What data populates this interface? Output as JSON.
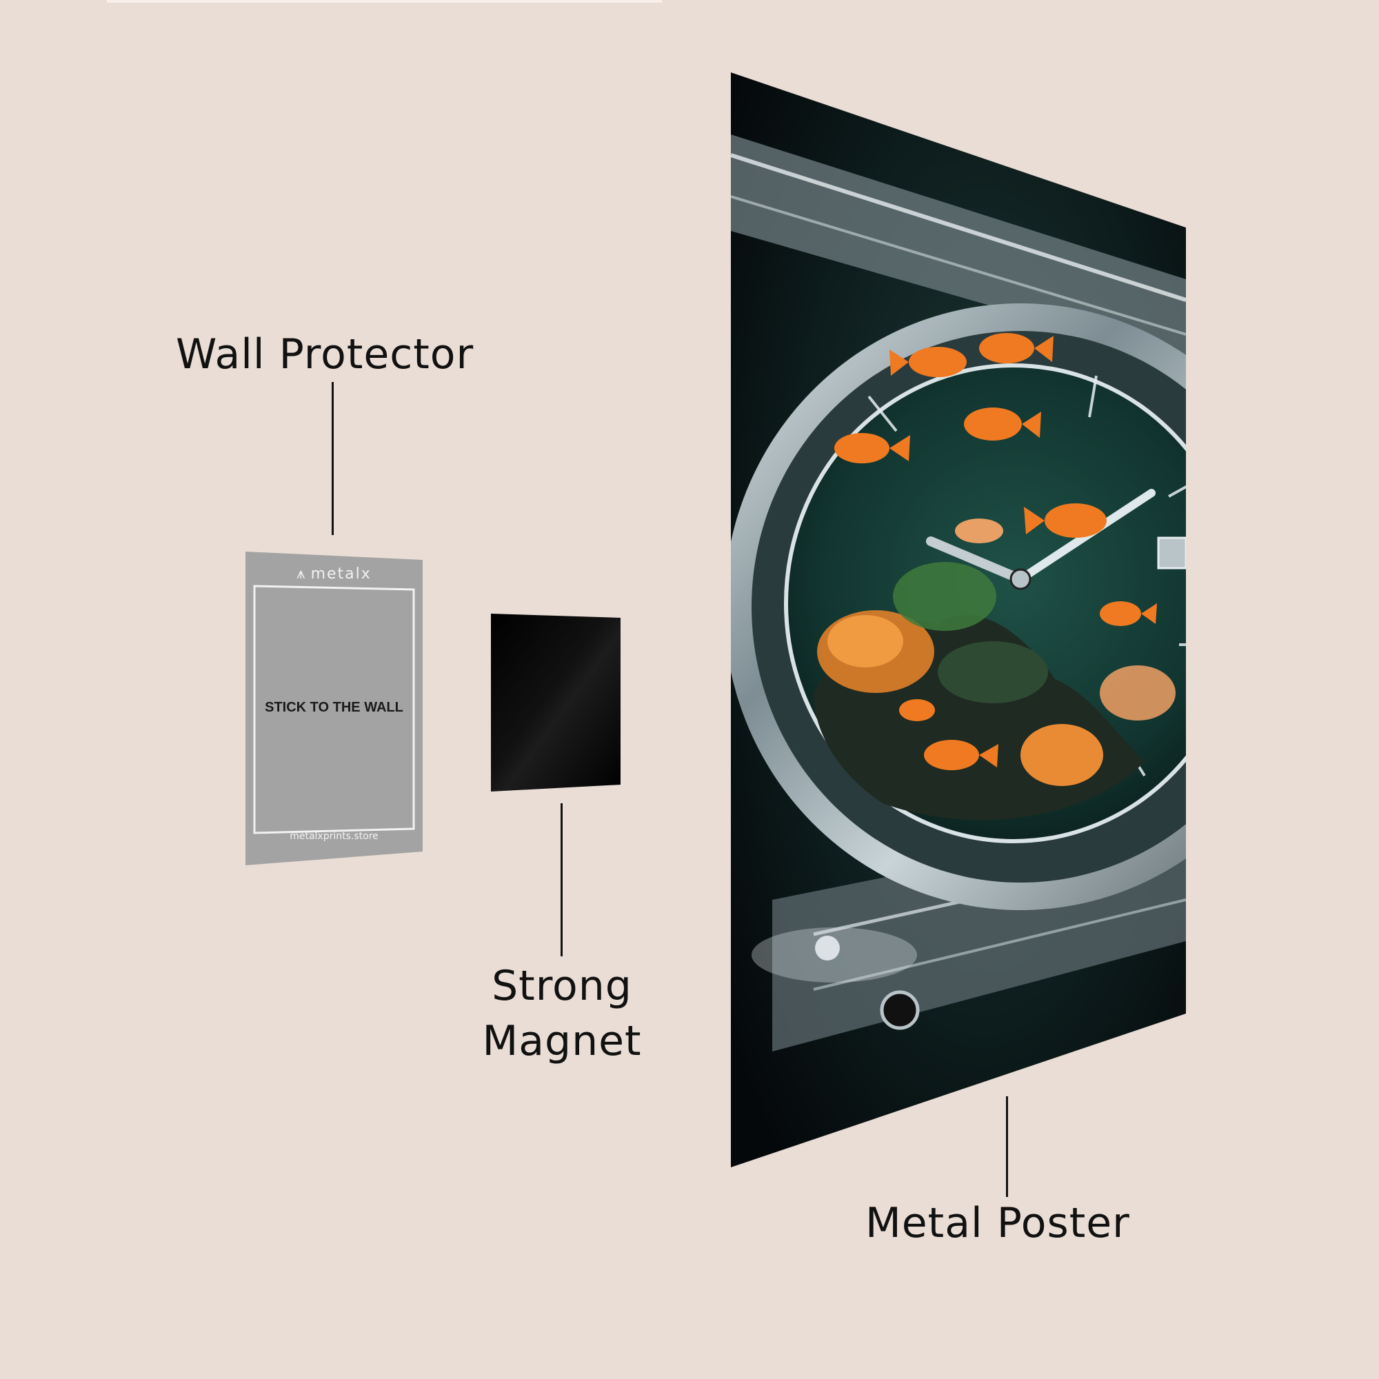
{
  "labels": {
    "wall_protector": "Wall Protector",
    "magnet_line1": "Strong",
    "magnet_line2": "Magnet",
    "metal_poster": "Metal Poster"
  },
  "protector": {
    "logo": "metalx",
    "instruction": "STICK TO THE WALL",
    "url": "metalxprints.store"
  },
  "poster": {
    "subject": "transparent wristwatch with goldfish aquarium inside"
  },
  "colors": {
    "background": "#eaddd5",
    "text": "#111111",
    "protector_gray": "#a3a3a3",
    "magnet_black": "#050505"
  },
  "icons": {
    "logo_icon": "metalx-logo-icon"
  }
}
